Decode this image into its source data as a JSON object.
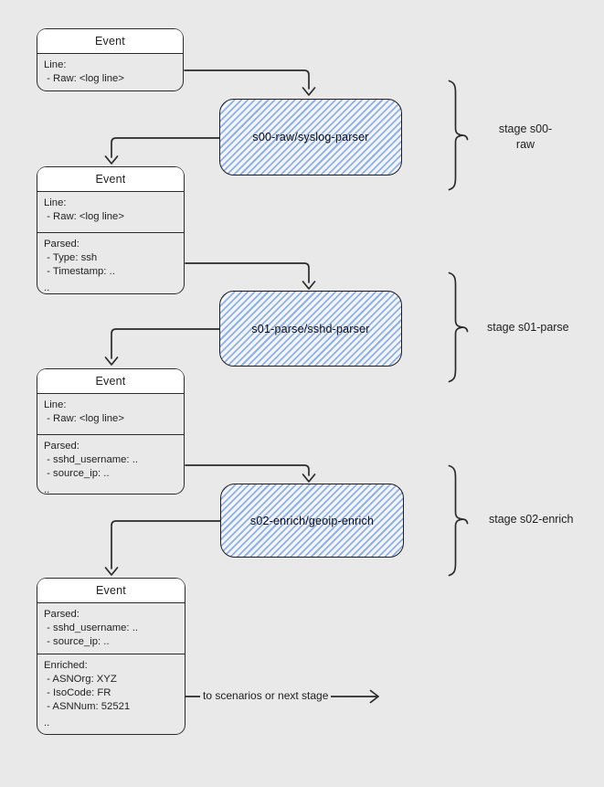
{
  "diagram": {
    "event_boxes": [
      {
        "title": "Event",
        "sections": [
          {
            "lines": [
              "Line:",
              " - Raw: <log line>"
            ]
          }
        ]
      },
      {
        "title": "Event",
        "sections": [
          {
            "lines": [
              "Line:",
              " - Raw: <log line>"
            ]
          },
          {
            "lines": [
              "Parsed:",
              " - Type: ssh",
              " - Timestamp: ..",
              ".."
            ]
          }
        ]
      },
      {
        "title": "Event",
        "sections": [
          {
            "lines": [
              "Line:",
              " - Raw: <log line>"
            ]
          },
          {
            "lines": [
              "Parsed:",
              " - sshd_username: ..",
              " - source_ip: ..",
              ".."
            ]
          }
        ]
      },
      {
        "title": "Event",
        "sections": [
          {
            "lines": [
              "Parsed:",
              " - sshd_username: ..",
              " - source_ip: .."
            ]
          },
          {
            "lines": [
              "Enriched:",
              " - ASNOrg: XYZ",
              " - IsoCode: FR",
              " - ASNNum: 52521",
              ".."
            ]
          }
        ]
      }
    ],
    "stage_nodes": [
      {
        "label": "s00-raw/syslog-parser"
      },
      {
        "label": "s01-parse/sshd-parser"
      },
      {
        "label": "s02-enrich/geoip-enrich"
      }
    ],
    "stage_labels": [
      {
        "label": "stage s00-raw"
      },
      {
        "label": "stage s01-parse"
      },
      {
        "label": "stage s02-enrich"
      }
    ],
    "output_arrow_label": "to scenarios or next stage",
    "colors": {
      "canvas": "#e9e9e9",
      "stroke": "#2b2b2b",
      "node_stripe": "#8fb0e8",
      "node_fill": "#f2f6fc",
      "title_compartment_bg": "#ffffff"
    }
  }
}
